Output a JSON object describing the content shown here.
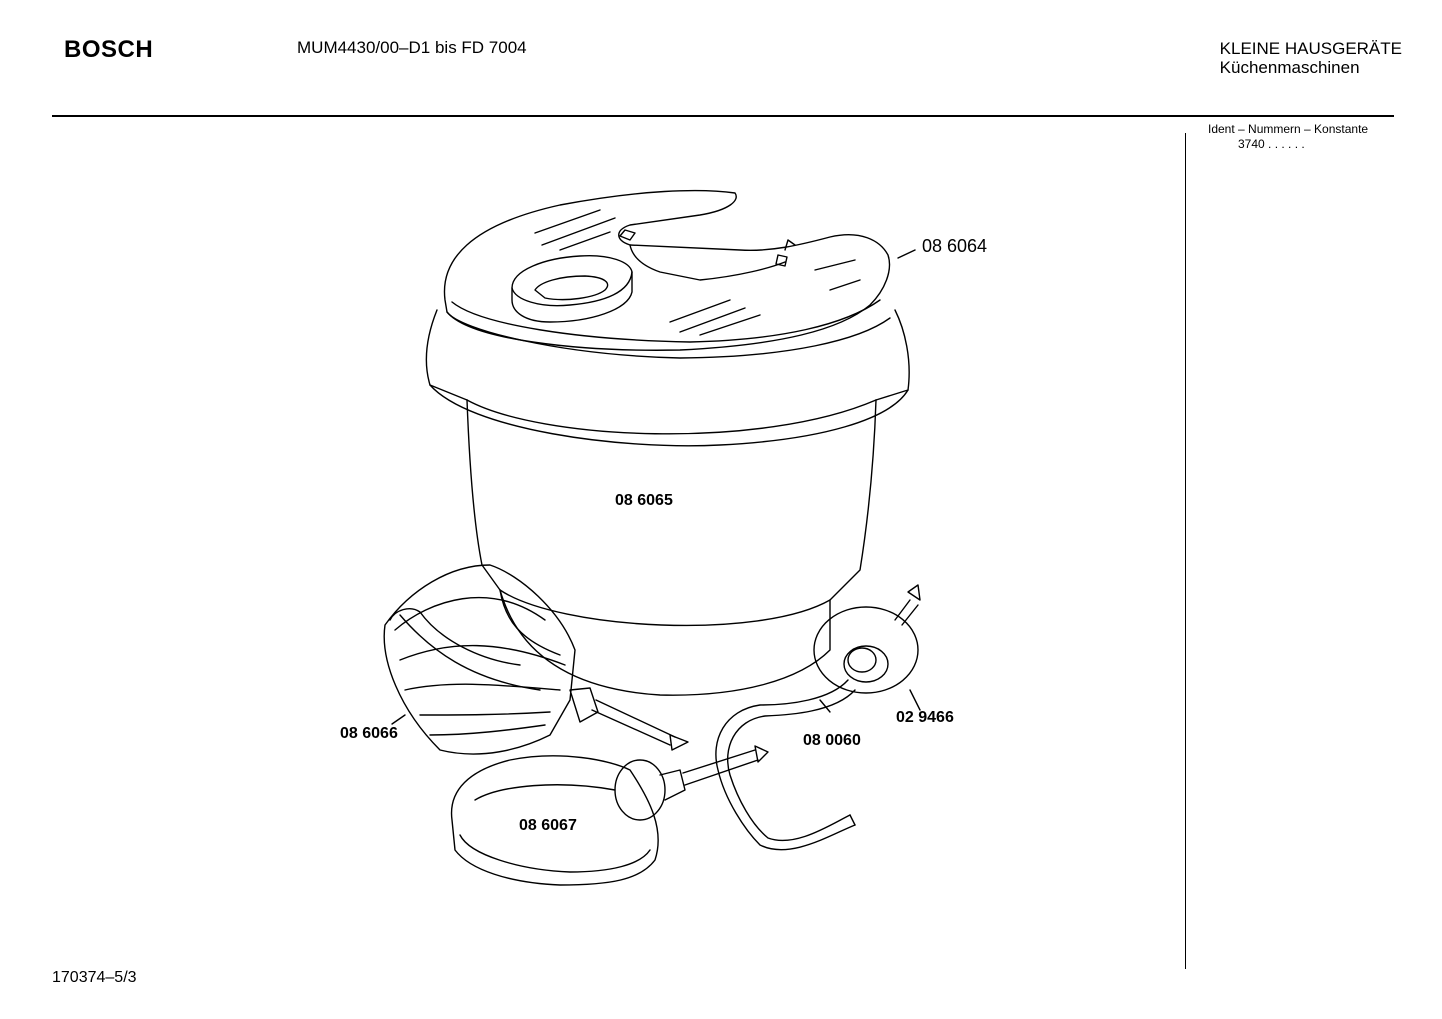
{
  "header": {
    "brand": "BOSCH",
    "model": "MUM4430/00–D1 bis FD 7004",
    "category_line1": "KLEINE HAUSGERÄTE",
    "category_line2": "Küchenmaschinen"
  },
  "ident": {
    "label": "Ident – Nummern – Konstante",
    "value": "3740  .  .    .  .  .  ."
  },
  "parts": [
    {
      "id": "lid",
      "number": "08 6064"
    },
    {
      "id": "bowl",
      "number": "08 6065"
    },
    {
      "id": "whisk",
      "number": "08 6066"
    },
    {
      "id": "kneading-hook",
      "number": "08 6067"
    },
    {
      "id": "stirrer-wire",
      "number": "08 0060"
    },
    {
      "id": "stirrer-disc",
      "number": "02 9466"
    }
  ],
  "footer": {
    "code": "170374–5/3"
  }
}
